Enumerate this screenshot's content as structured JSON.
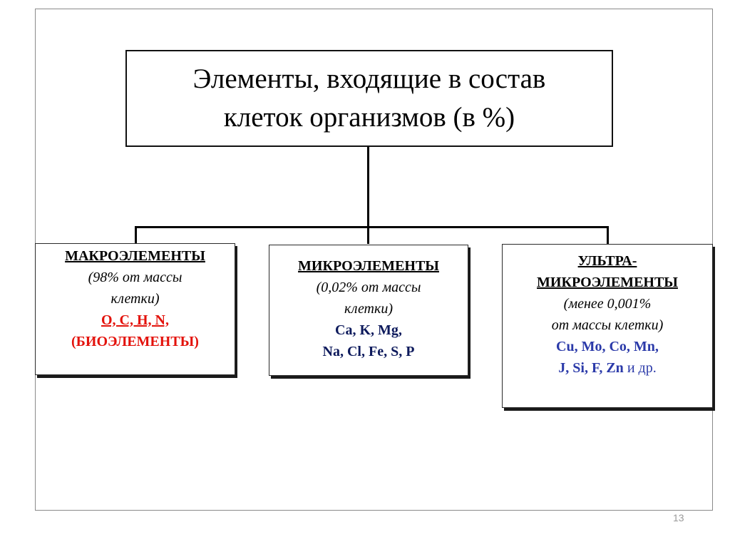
{
  "title": {
    "line1": "Элементы, входящие в состав",
    "line2": "клеток  организмов  (в %)"
  },
  "macro": {
    "heading": "МАКРОЭЛЕМЕНТЫ",
    "note1": "(98% от массы",
    "note2": "клетки)",
    "elements": "O, C, H, N,",
    "label": "(БИОЭЛЕМЕНТЫ)"
  },
  "micro": {
    "heading": "МИКРОЭЛЕМЕНТЫ",
    "note1": "(0,02% от массы",
    "note2": "клетки)",
    "elements1": "Ca, K,  Mg,",
    "elements2": "Na, Cl, Fe, S, P"
  },
  "ultra": {
    "heading1": "УЛЬТРА-",
    "heading2": "МИКРОЭЛЕМЕНТЫ",
    "note1": "(менее 0,001%",
    "note2": "от массы клетки)",
    "elements1": "Cu, Mo, Co, Mn,",
    "elements2": "J, Si, F, Zn",
    "elements2_suffix": " и др."
  },
  "page_number": "13",
  "colors": {
    "macro_elements": "#e3120b",
    "micro_elements": "#0d1a5c",
    "ultra_elements": "#2b3aa9"
  }
}
